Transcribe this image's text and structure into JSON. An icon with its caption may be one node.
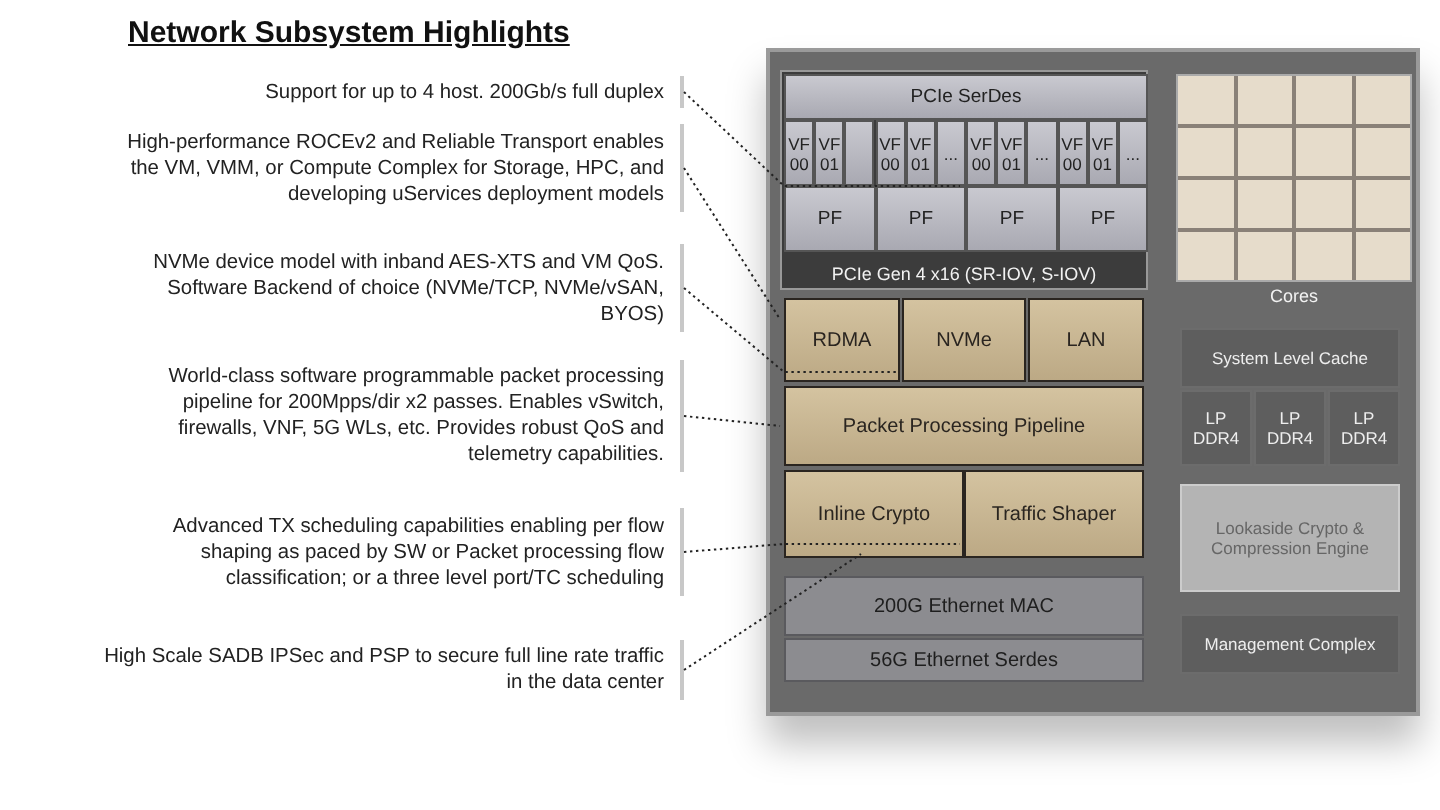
{
  "diagram": {
    "title": "Network Subsystem Highlights",
    "nodes": [
      {
        "text": [
          "Support for up to 4 host. 200Gb/s full duplex"
        ]
      },
      {
        "text": [
          "High-performance ROCEv2 and Reliable Transport enables the VM, VMM, or Compute Complex for Storage, HPC, and developing uServices deployment models"
        ]
      },
      {
        "text": [
          "NVMe device model with inband AES-XTS and VM QoS. Software Backend of choice (NVMe/TCP, NVMe/vSAN, BYOS)"
        ]
      },
      {
        "text": [
          "World-class software programmable packet processing pipeline for 200Mpps/dir x2 passes. Enables vSwitch, firewalls, VNF, 5G WLs, etc. Provides robust QoS and telemetry capabilities."
        ]
      },
      {
        "text": [
          "Advanced TX scheduling capabilities enabling per flow shaping as paced by SW or Packet processing flow classification; or a three level port/TC scheduling"
        ]
      },
      {
        "text": [
          "High Scale SADB IPSec and PSP to secure full line rate traffic in the data center"
        ]
      },
      {
        "text": [],
        "shape": "box"
      },
      {
        "text": [
          "PCIe Gen 4 x16 (SR-IOV, S-IOV)"
        ],
        "in": 6
      },
      {
        "text": [
          "PCIe SerDes"
        ],
        "in": 7
      },
      {
        "text": [
          "VF 00"
        ],
        "in": 7
      },
      {
        "text": [
          "VF 01"
        ],
        "in": 7
      },
      {
        "text": [],
        "shape": "box",
        "in": 7
      },
      {
        "text": [
          "VF 00"
        ],
        "in": 7
      },
      {
        "text": [
          "VF 01"
        ],
        "in": 7
      },
      {
        "text": [
          "..."
        ],
        "in": 7
      },
      {
        "text": [
          "VF 00"
        ],
        "in": 7
      },
      {
        "text": [
          "VF 01"
        ],
        "in": 7
      },
      {
        "text": [
          "..."
        ],
        "in": 7
      },
      {
        "text": [
          "VF 00"
        ],
        "in": 7
      },
      {
        "text": [
          "VF 01"
        ],
        "in": 7
      },
      {
        "text": [
          "..."
        ],
        "in": 7
      },
      {
        "text": [
          "PF"
        ],
        "in": 7
      },
      {
        "text": [
          "PF"
        ],
        "in": 7
      },
      {
        "text": [
          "PF"
        ],
        "in": 7
      },
      {
        "text": [
          "PF"
        ],
        "in": 7
      },
      {
        "text": [
          "RDMA"
        ],
        "in": 6
      },
      {
        "text": [
          "NVMe"
        ],
        "in": 6
      },
      {
        "text": [
          "LAN"
        ],
        "in": 6
      },
      {
        "text": [
          "Packet Processing Pipeline"
        ],
        "in": 6
      },
      {
        "text": [
          "Inline Crypto"
        ],
        "in": 6
      },
      {
        "text": [
          "Traffic Shaper"
        ],
        "in": 6
      },
      {
        "text": [
          "200G Ethernet MAC"
        ],
        "in": 6
      },
      {
        "text": [
          "56G Ethernet Serdes"
        ],
        "in": 6
      },
      {
        "text": [
          "Cores"
        ],
        "in": 6
      },
      {
        "text": [
          "System Level Cache"
        ],
        "in": 6
      },
      {
        "text": [
          "LP DDR4"
        ],
        "in": 6
      },
      {
        "text": [
          "LP DDR4"
        ],
        "in": 6
      },
      {
        "text": [
          "LP DDR4"
        ],
        "in": 6
      },
      {
        "text": [
          "Lookaside Crypto & Compression Engine"
        ],
        "in": 6
      },
      {
        "text": [
          "Management Complex"
        ],
        "in": 6
      }
    ],
    "edges": [
      {
        "from": 0,
        "to": 23,
        "arrow": "none",
        "style": "dashed"
      },
      {
        "from": 1,
        "to": 25,
        "arrow": "none",
        "style": "dashed"
      },
      {
        "from": 2,
        "to": 26,
        "arrow": "none",
        "style": "dashed"
      },
      {
        "from": 3,
        "to": 28,
        "arrow": "none",
        "style": "dashed"
      },
      {
        "from": 4,
        "to": 30,
        "arrow": "none",
        "style": "dashed"
      },
      {
        "from": 5,
        "to": 29,
        "arrow": "none",
        "style": "dashed"
      }
    ]
  }
}
